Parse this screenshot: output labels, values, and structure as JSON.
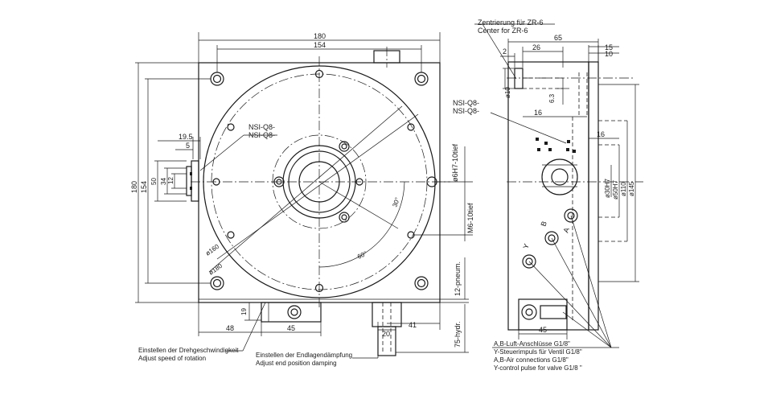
{
  "front_view": {
    "dim_180_top": "180",
    "dim_154_top": "154",
    "dim_180_left": "180",
    "dim_154_left": "154",
    "dim_50": "50",
    "dim_34": "34",
    "dim_12": "12",
    "dim_19_5": "19.5",
    "dim_5": "5",
    "dim_19": "19",
    "dim_48": "48",
    "dim_45": "45",
    "dim_20": "20",
    "dim_41": "41",
    "dia_160": "ø160",
    "dia_180": "ø180",
    "angle_30": "30°",
    "angle_60": "60°",
    "label_nsi_1": "NSI-Q8-",
    "label_nsi_2": "NSI-Q8-",
    "label_6h7": "ø6H7-10tief",
    "label_m6": "M6-10tief",
    "label_pneum": "12-pneum.",
    "label_hydr": "75-hydr.",
    "note_speed_de": "Einstellen der Drehgeschwindigkeit",
    "note_speed_en": "Adjust speed of rotation",
    "note_damp_de": "Einstellen der Endlagendämpfung",
    "note_damp_en": "Adjust end position damping"
  },
  "side_view": {
    "centering_de": "Zentrierung für ZR-6",
    "centering_en": "Center for ZR-6",
    "dim_65": "65",
    "dim_26": "26",
    "dim_2": "2",
    "dim_15": "15",
    "dim_10_top": "10",
    "dia_10": "ø10",
    "dim_6_3": "6.3",
    "dim_16_a": "16",
    "dim_16_b": "16",
    "dia_30h7": "ø30H7",
    "dia_50h7": "ø50H7",
    "dia_110": "ø110",
    "dia_145": "ø145",
    "dim_45": "45",
    "label_nsi_1": "NSI-Q8-",
    "label_nsi_2": "NSI-Q8-",
    "port_a": "A",
    "port_b": "B",
    "port_y": "Y",
    "note_air_de": "A,B-Luft-Anschlüsse G1/8\"",
    "note_ctrl_de": "Y-Steuerimpuls für Ventil G1/8\"",
    "note_air_en": "A,B-Air connections G1/8\"",
    "note_ctrl_en": "Y-control pulse for valve G1/8 \""
  }
}
